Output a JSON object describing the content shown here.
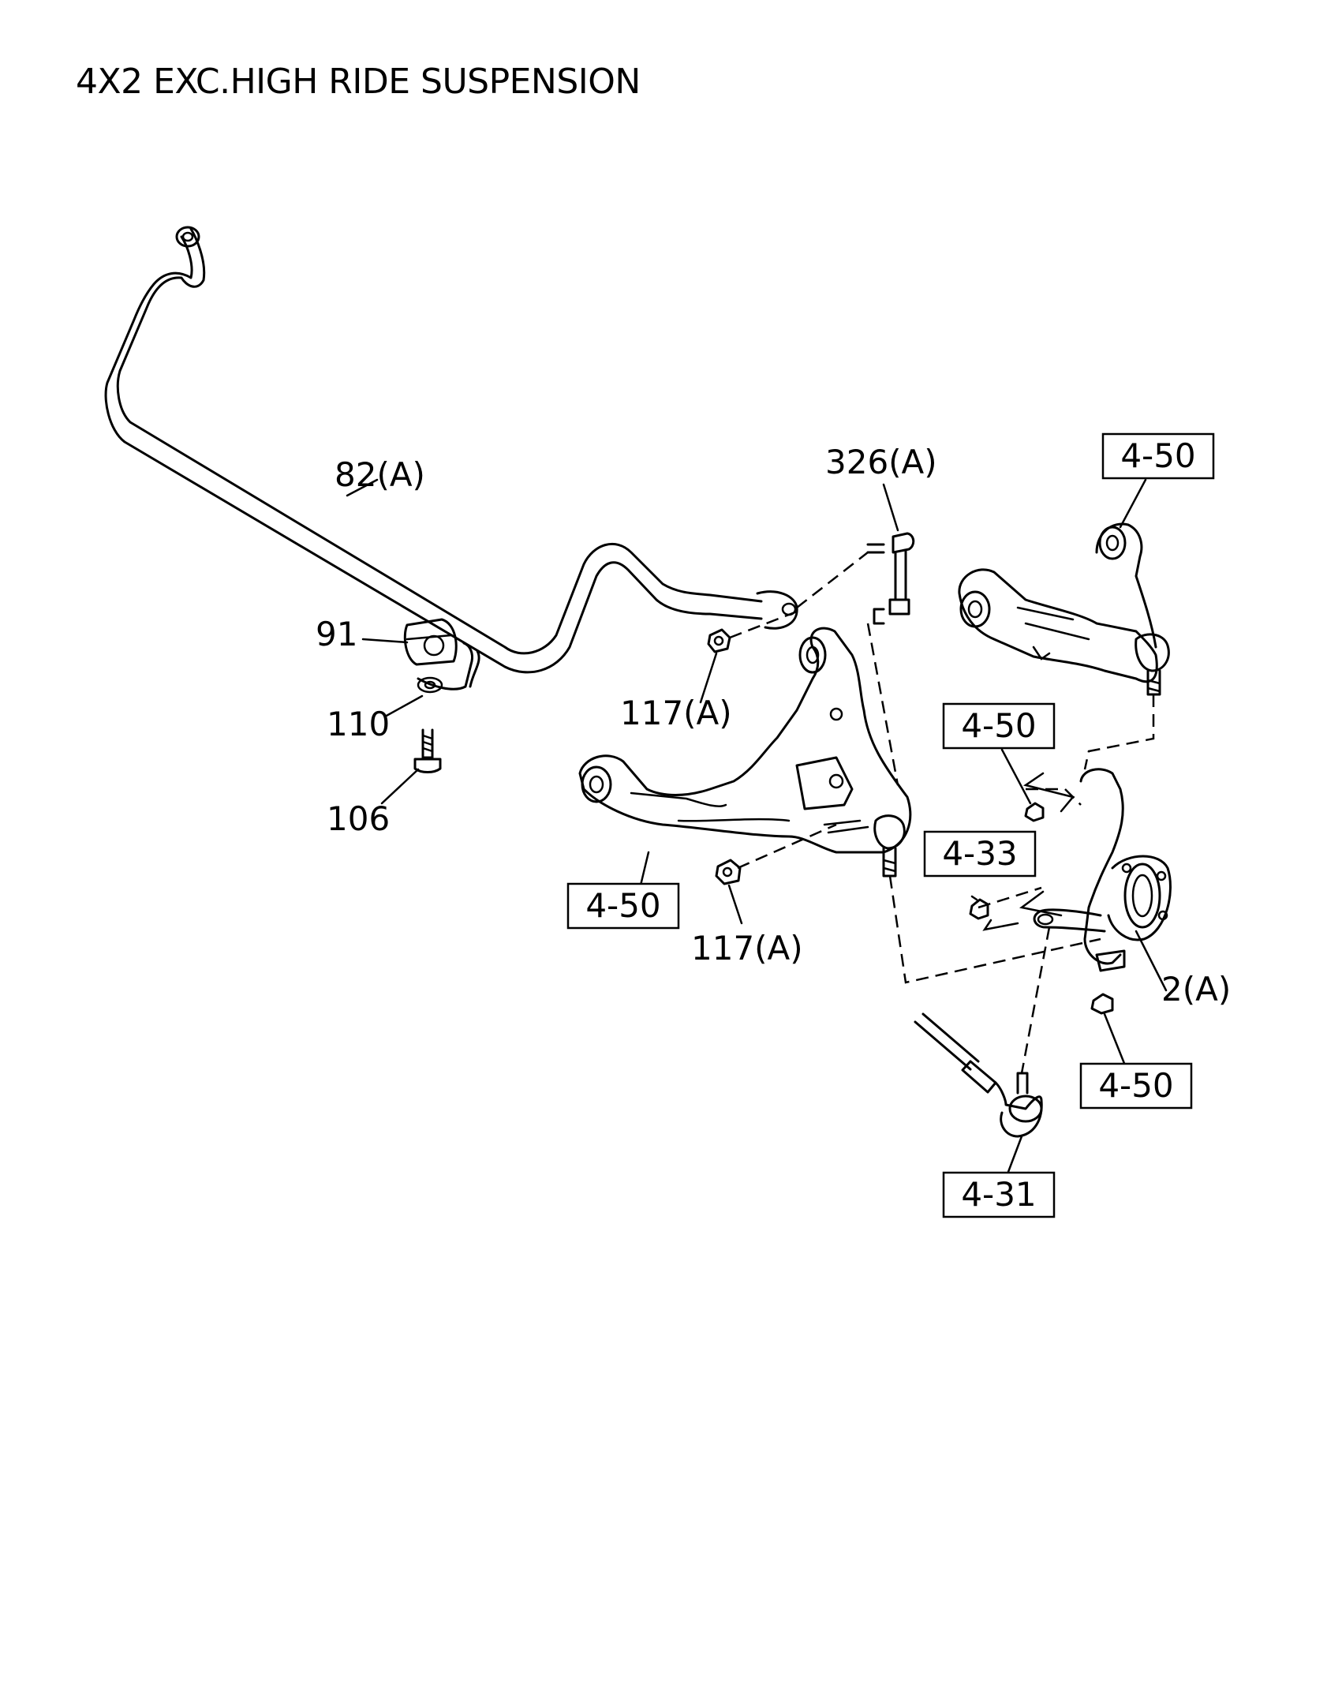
{
  "title": "4X2 EXC.HIGH RIDE SUSPENSION",
  "callouts": [
    {
      "id": "stabilizer-bar",
      "label": "82(A)"
    },
    {
      "id": "stabilizer-link",
      "label": "326(A)"
    },
    {
      "id": "bushing",
      "label": "91"
    },
    {
      "id": "bracket",
      "label": "110"
    },
    {
      "id": "bolt",
      "label": "106"
    },
    {
      "id": "nut-upper",
      "label": "117(A)"
    },
    {
      "id": "nut-lower",
      "label": "117(A)"
    },
    {
      "id": "knuckle",
      "label": "2(A)"
    }
  ],
  "references": [
    {
      "id": "ref-upper-arm",
      "label": "4-50"
    },
    {
      "id": "ref-knuckle-upper",
      "label": "4-50"
    },
    {
      "id": "ref-lower-arm",
      "label": "4-50"
    },
    {
      "id": "ref-knuckle-nut",
      "label": "4-33"
    },
    {
      "id": "ref-knuckle-lower",
      "label": "4-50"
    },
    {
      "id": "ref-tie-rod",
      "label": "4-31"
    }
  ]
}
